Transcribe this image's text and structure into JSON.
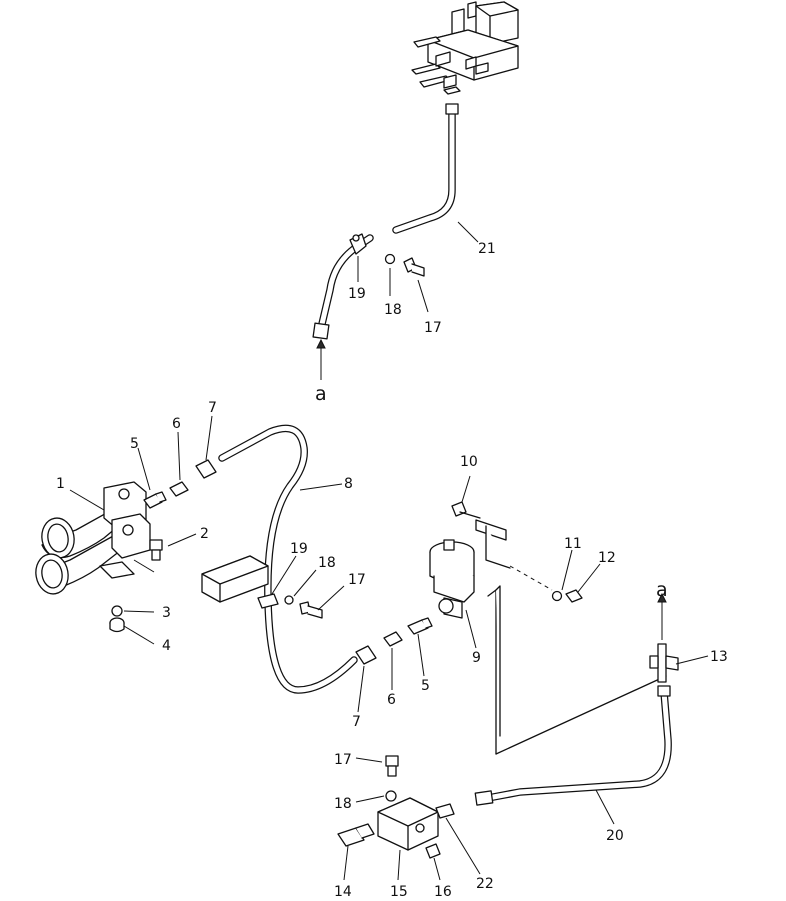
{
  "callouts": {
    "c21": "21",
    "c19_top": "19",
    "c18_top": "18",
    "c17_top": "17",
    "c7_top": "7",
    "c6_top": "6",
    "c5_top": "5",
    "c1": "1",
    "c8": "8",
    "c2": "2",
    "c3": "3",
    "c4": "4",
    "c19_mid": "19",
    "c18_mid": "18",
    "c17_mid": "17",
    "c10": "10",
    "c11": "11",
    "c12": "12",
    "c9": "9",
    "c7_bot": "7",
    "c6_bot": "6",
    "c5_bot": "5",
    "c13": "13",
    "c20": "20",
    "c17_bot": "17",
    "c18_bot": "18",
    "c14": "14",
    "c15": "15",
    "c16": "16",
    "c22": "22"
  },
  "refs": {
    "a_top": "a",
    "a_right": "a"
  }
}
